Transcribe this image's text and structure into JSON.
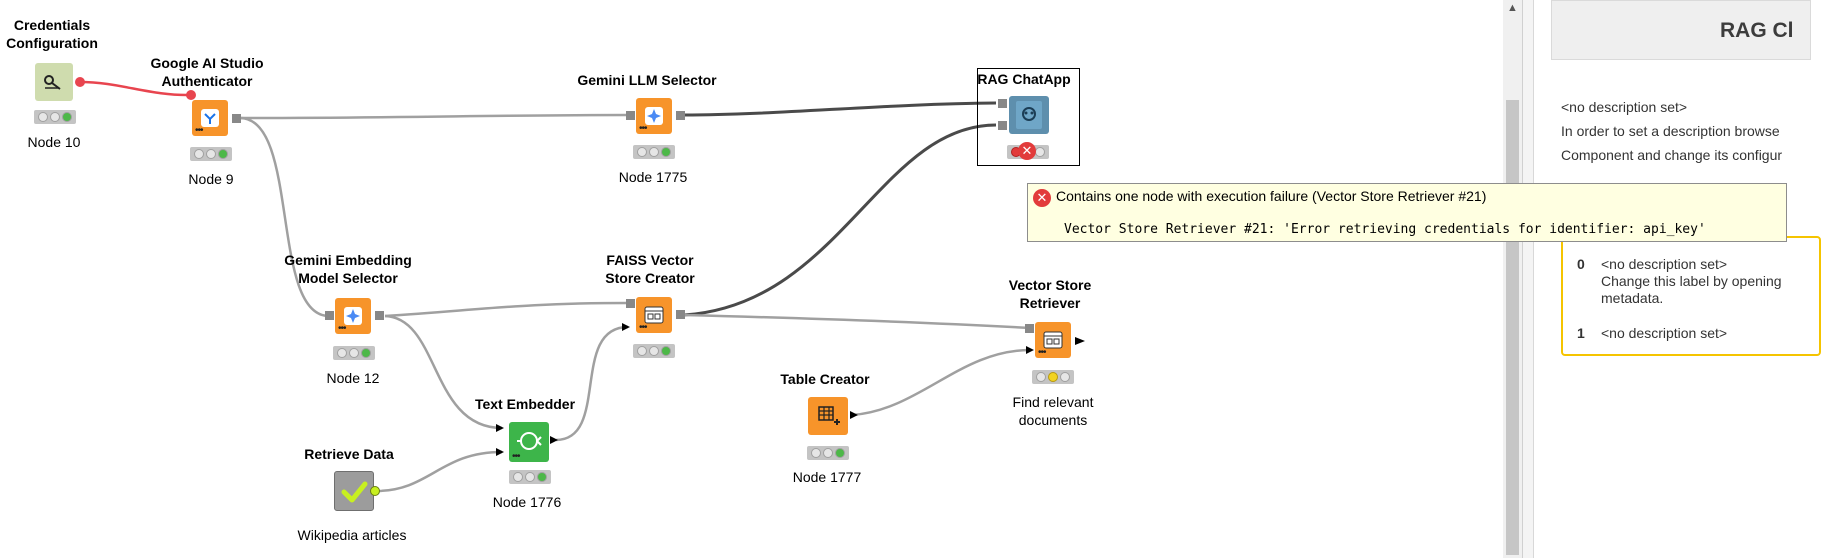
{
  "nodes": {
    "credentials": {
      "title": "Credentials Configuration",
      "title_lines": [
        "Credentials",
        "Configuration"
      ],
      "label": "Node 10",
      "icon": "credentials-icon"
    },
    "authenticator": {
      "title_lines": [
        "Google AI Studio",
        "Authenticator"
      ],
      "label": "Node 9",
      "icon": "ai-studio-icon"
    },
    "llm_selector": {
      "title": "Gemini LLM Selector",
      "label": "Node 1775",
      "icon": "gemini-icon"
    },
    "chatapp": {
      "title": "RAG ChatApp",
      "icon": "chatapp-icon",
      "status": "error"
    },
    "embedding_selector": {
      "title_lines": [
        "Gemini Embedding",
        "Model Selector"
      ],
      "label": "Node 12",
      "icon": "gemini-icon"
    },
    "faiss": {
      "title_lines": [
        "FAISS Vector",
        "Store Creator"
      ],
      "icon": "vector-store-icon"
    },
    "vector_retriever": {
      "title_lines": [
        "Vector Store",
        "Retriever"
      ],
      "label_lines": [
        "Find relevant",
        "documents"
      ],
      "icon": "vector-store-icon",
      "status": "configured"
    },
    "table_creator": {
      "title": "Table Creator",
      "label": "Node 1777",
      "icon": "table-icon"
    },
    "text_embedder": {
      "title": "Text Embedder",
      "label": "Node 1776",
      "icon": "embedder-icon"
    },
    "retrieve_data": {
      "title": "Retrieve Data",
      "label": "Wikipedia articles",
      "icon": "checkmark-icon"
    }
  },
  "tooltip": {
    "message": "Contains one node with execution failure (Vector Store Retriever #21)",
    "detail": "Vector Store Retriever #21: 'Error retrieving credentials for identifier: api_key'",
    "icon": "error-icon"
  },
  "description_panel": {
    "title": "RAG Cl",
    "no_description": "<no description set>",
    "hint_line1": "In order to set a description browse",
    "hint_line2": "Component and change its configur",
    "ports": [
      {
        "index": "0",
        "desc": "<no description set>",
        "hint_line1": "Change this label by opening",
        "hint_line2": "metadata."
      },
      {
        "index": "1",
        "desc": "<no description set>"
      }
    ]
  },
  "colors": {
    "orange_node": "#f7942a",
    "green_node": "#3db54a",
    "wire": "#a0a0a0",
    "wire_model": "#4a4a4a",
    "credential_wire": "#e8454f",
    "error": "#e23b3b",
    "tooltip_bg": "#ffffe1",
    "highlight_border": "#f5c400"
  }
}
